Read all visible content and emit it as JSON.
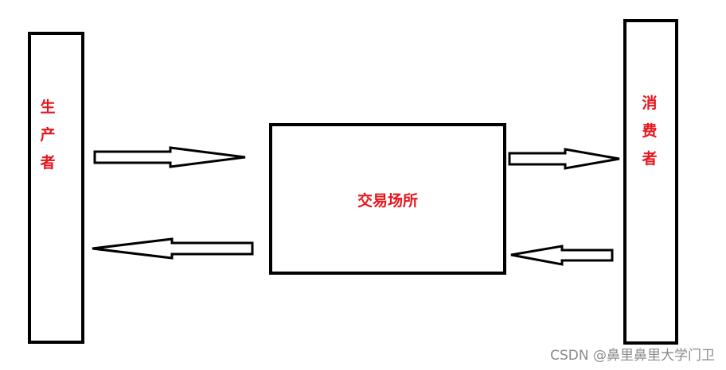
{
  "diagram": {
    "producer": {
      "chars": [
        "生",
        "产",
        "者"
      ]
    },
    "market": {
      "label": "交易场所"
    },
    "consumer": {
      "chars": [
        "消",
        "费",
        "者"
      ]
    },
    "label_color": "#e8141c"
  },
  "watermark": "CSDN @鼻里鼻里大学门卫"
}
